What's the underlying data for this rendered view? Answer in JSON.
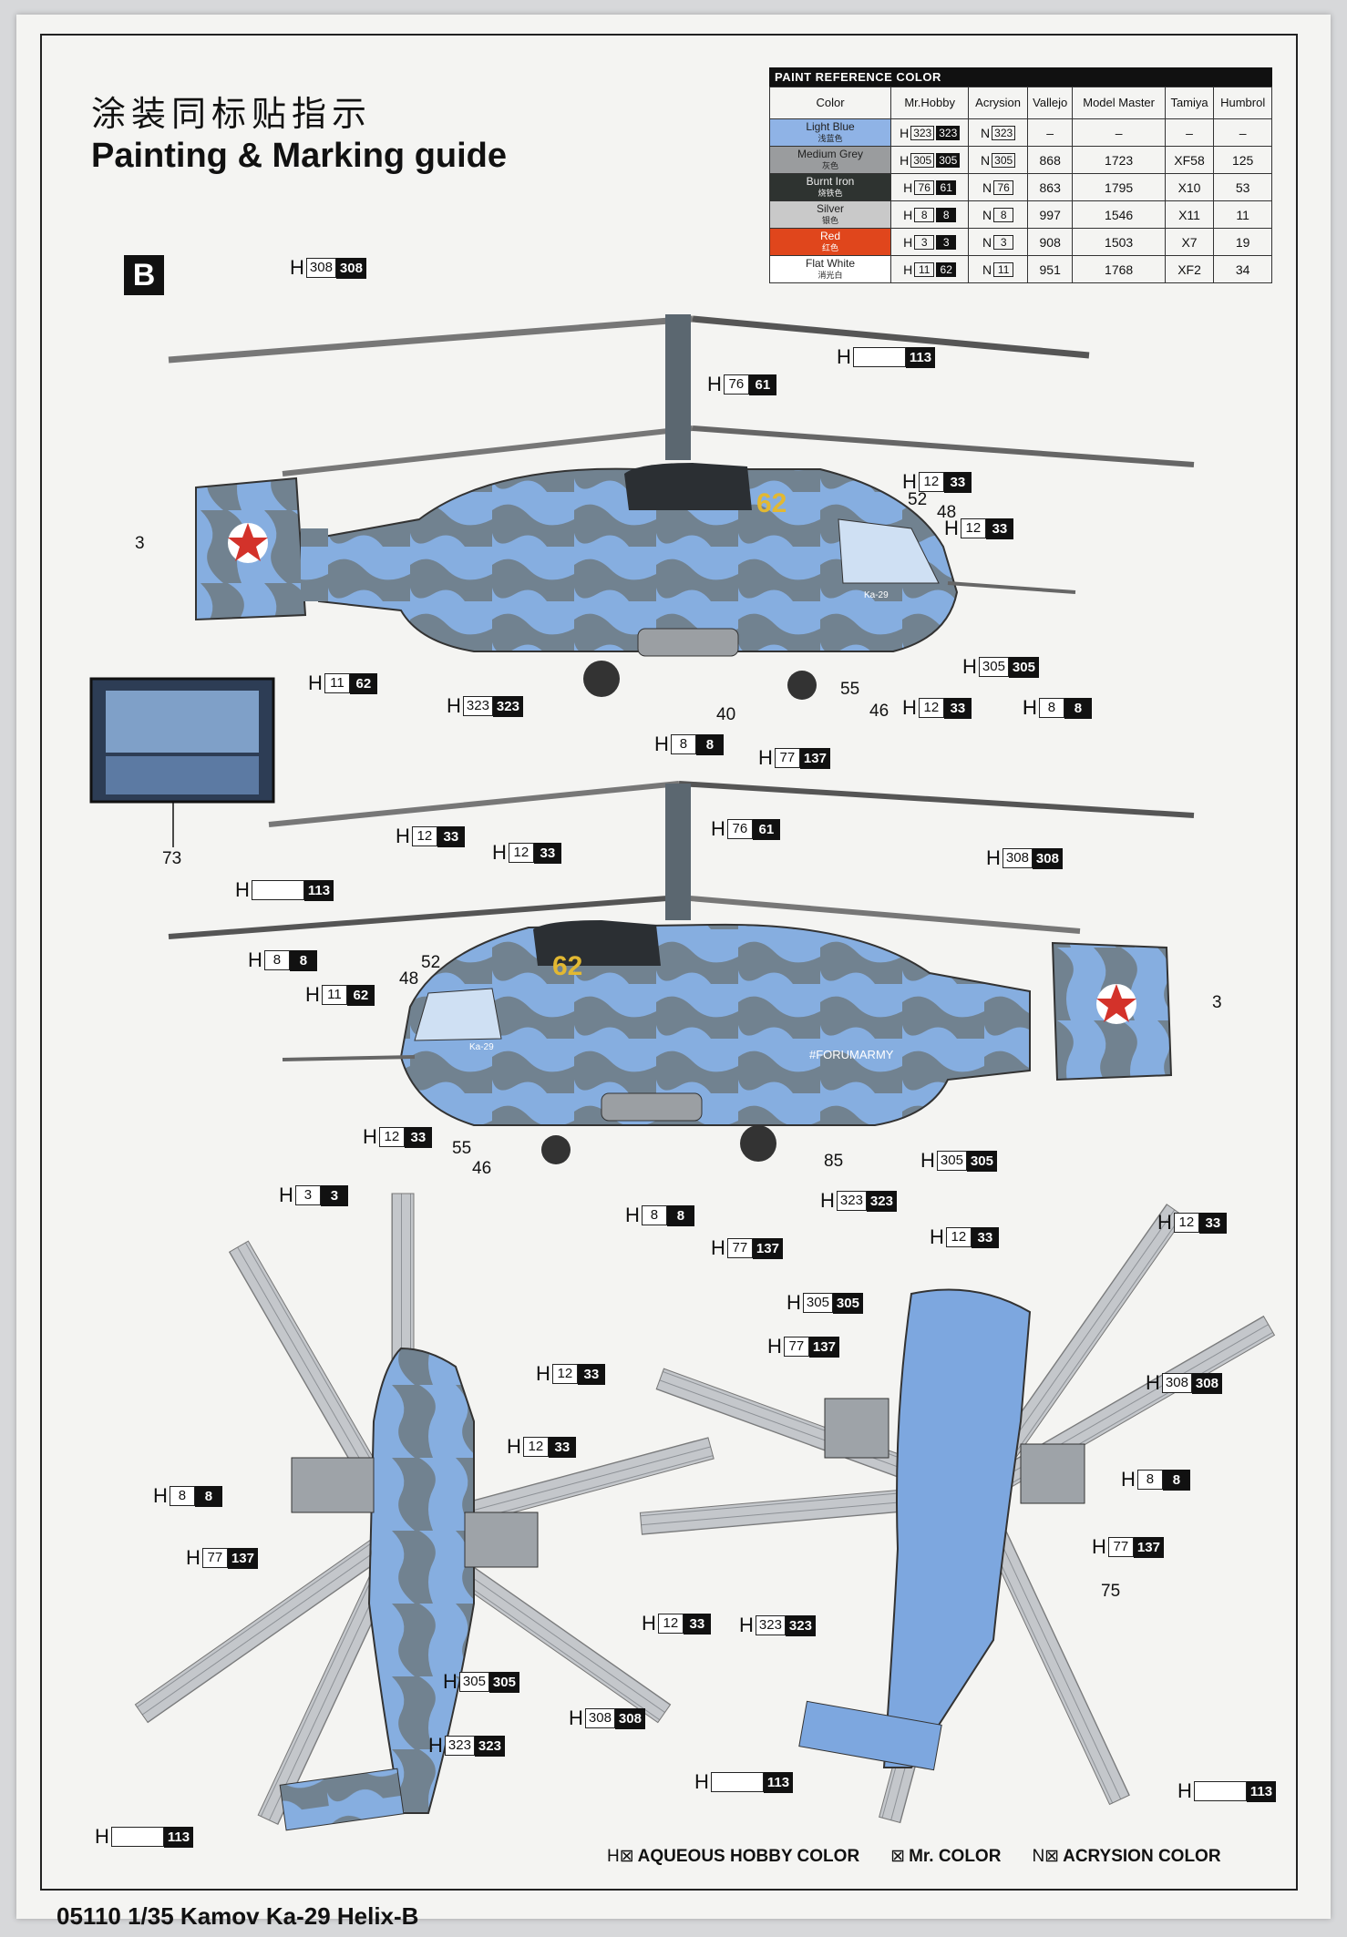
{
  "header": {
    "title_cn": "涂装同标贴指示",
    "title_en": "Painting & Marking guide",
    "section": "B"
  },
  "paint_reference": {
    "title": "PAINT REFERENCE COLOR",
    "columns": [
      "Color",
      "Mr.Hobby",
      "Acrysion",
      "Vallejo",
      "Model Master",
      "Tamiya",
      "Humbrol"
    ],
    "rows": [
      {
        "name": "Light Blue",
        "name_cn": "浅蓝色",
        "swatch": "#8fb3e6",
        "text_color": "#222",
        "h1": "323",
        "h2": "323",
        "n": "323",
        "vallejo": "–",
        "model_master": "–",
        "tamiya": "–",
        "humbrol": "–"
      },
      {
        "name": "Medium Grey",
        "name_cn": "灰色",
        "swatch": "#9a9c9e",
        "text_color": "#222",
        "h1": "305",
        "h2": "305",
        "n": "305",
        "vallejo": "868",
        "model_master": "1723",
        "tamiya": "XF58",
        "humbrol": "125"
      },
      {
        "name": "Burnt Iron",
        "name_cn": "烧铁色",
        "swatch": "#2e3330",
        "text_color": "#eee",
        "h1": "76",
        "h2": "61",
        "n": "76",
        "vallejo": "863",
        "model_master": "1795",
        "tamiya": "X10",
        "humbrol": "53"
      },
      {
        "name": "Silver",
        "name_cn": "银色",
        "swatch": "#c9c9c9",
        "text_color": "#222",
        "h1": "8",
        "h2": "8",
        "n": "8",
        "vallejo": "997",
        "model_master": "1546",
        "tamiya": "X11",
        "humbrol": "11"
      },
      {
        "name": "Red",
        "name_cn": "红色",
        "swatch": "#e0461c",
        "text_color": "#fff",
        "h1": "3",
        "h2": "3",
        "n": "3",
        "vallejo": "908",
        "model_master": "1503",
        "tamiya": "X7",
        "humbrol": "19"
      },
      {
        "name": "Flat White",
        "name_cn": "消光白",
        "swatch": "#ffffff",
        "text_color": "#222",
        "h1": "11",
        "h2": "62",
        "n": "11",
        "vallejo": "951",
        "model_master": "1768",
        "tamiya": "XF2",
        "humbrol": "34"
      }
    ]
  },
  "callouts": {
    "h_prefix": "H",
    "side1": [
      {
        "c1": "308",
        "c2": "308"
      },
      {
        "c1": "",
        "c2": "113"
      },
      {
        "c1": "76",
        "c2": "61"
      },
      {
        "c1": "12",
        "c2": "33"
      },
      {
        "c1": "12",
        "c2": "33"
      },
      {
        "c1": "11",
        "c2": "62"
      },
      {
        "c1": "323",
        "c2": "323"
      },
      {
        "c1": "305",
        "c2": "305"
      },
      {
        "c1": "12",
        "c2": "33"
      },
      {
        "c1": "12",
        "c2": "33"
      },
      {
        "c1": "8",
        "c2": "8"
      },
      {
        "c1": "8",
        "c2": "8"
      },
      {
        "c1": "77",
        "c2": "137"
      }
    ],
    "side2": [
      {
        "c1": "12",
        "c2": "33"
      },
      {
        "c1": "12",
        "c2": "33"
      },
      {
        "c1": "76",
        "c2": "61"
      },
      {
        "c1": "308",
        "c2": "308"
      },
      {
        "c1": "",
        "c2": "113"
      },
      {
        "c1": "8",
        "c2": "8"
      },
      {
        "c1": "11",
        "c2": "62"
      },
      {
        "c1": "12",
        "c2": "33"
      },
      {
        "c1": "305",
        "c2": "305"
      },
      {
        "c1": "8",
        "c2": "8"
      },
      {
        "c1": "323",
        "c2": "323"
      },
      {
        "c1": "77",
        "c2": "137"
      }
    ],
    "top": [
      {
        "c1": "3",
        "c2": "3"
      },
      {
        "c1": "12",
        "c2": "33"
      },
      {
        "c1": "12",
        "c2": "33"
      },
      {
        "c1": "8",
        "c2": "8"
      },
      {
        "c1": "77",
        "c2": "137"
      },
      {
        "c1": "12",
        "c2": "33"
      },
      {
        "c1": "305",
        "c2": "305"
      },
      {
        "c1": "308",
        "c2": "308"
      },
      {
        "c1": "323",
        "c2": "323"
      },
      {
        "c1": "",
        "c2": "113"
      }
    ],
    "bottom": [
      {
        "c1": "12",
        "c2": "33"
      },
      {
        "c1": "12",
        "c2": "33"
      },
      {
        "c1": "305",
        "c2": "305"
      },
      {
        "c1": "77",
        "c2": "137"
      },
      {
        "c1": "308",
        "c2": "308"
      },
      {
        "c1": "8",
        "c2": "8"
      },
      {
        "c1": "77",
        "c2": "137"
      },
      {
        "c1": "323",
        "c2": "323"
      },
      {
        "c1": "",
        "c2": "113"
      },
      {
        "c1": "",
        "c2": "113"
      }
    ]
  },
  "decal_numbers": {
    "side1": [
      "3",
      "52",
      "48",
      "55",
      "46",
      "40"
    ],
    "inset": "73",
    "side2": [
      "52",
      "48",
      "3",
      "55",
      "46",
      "85"
    ],
    "bottom": [
      "75"
    ]
  },
  "aircraft_markings": {
    "side_number": "62",
    "nose_text": "Ka-29",
    "watermark": "#FORUMARMY"
  },
  "legend": {
    "h_key": "H⊠",
    "h_text": "AQUEOUS HOBBY COLOR",
    "m_key": "⊠",
    "m_text": "Mr. COLOR",
    "n_key": "N⊠",
    "n_text": "ACRYSION COLOR"
  },
  "footer": "05110 1/35 Kamov Ka-29 Helix-B"
}
